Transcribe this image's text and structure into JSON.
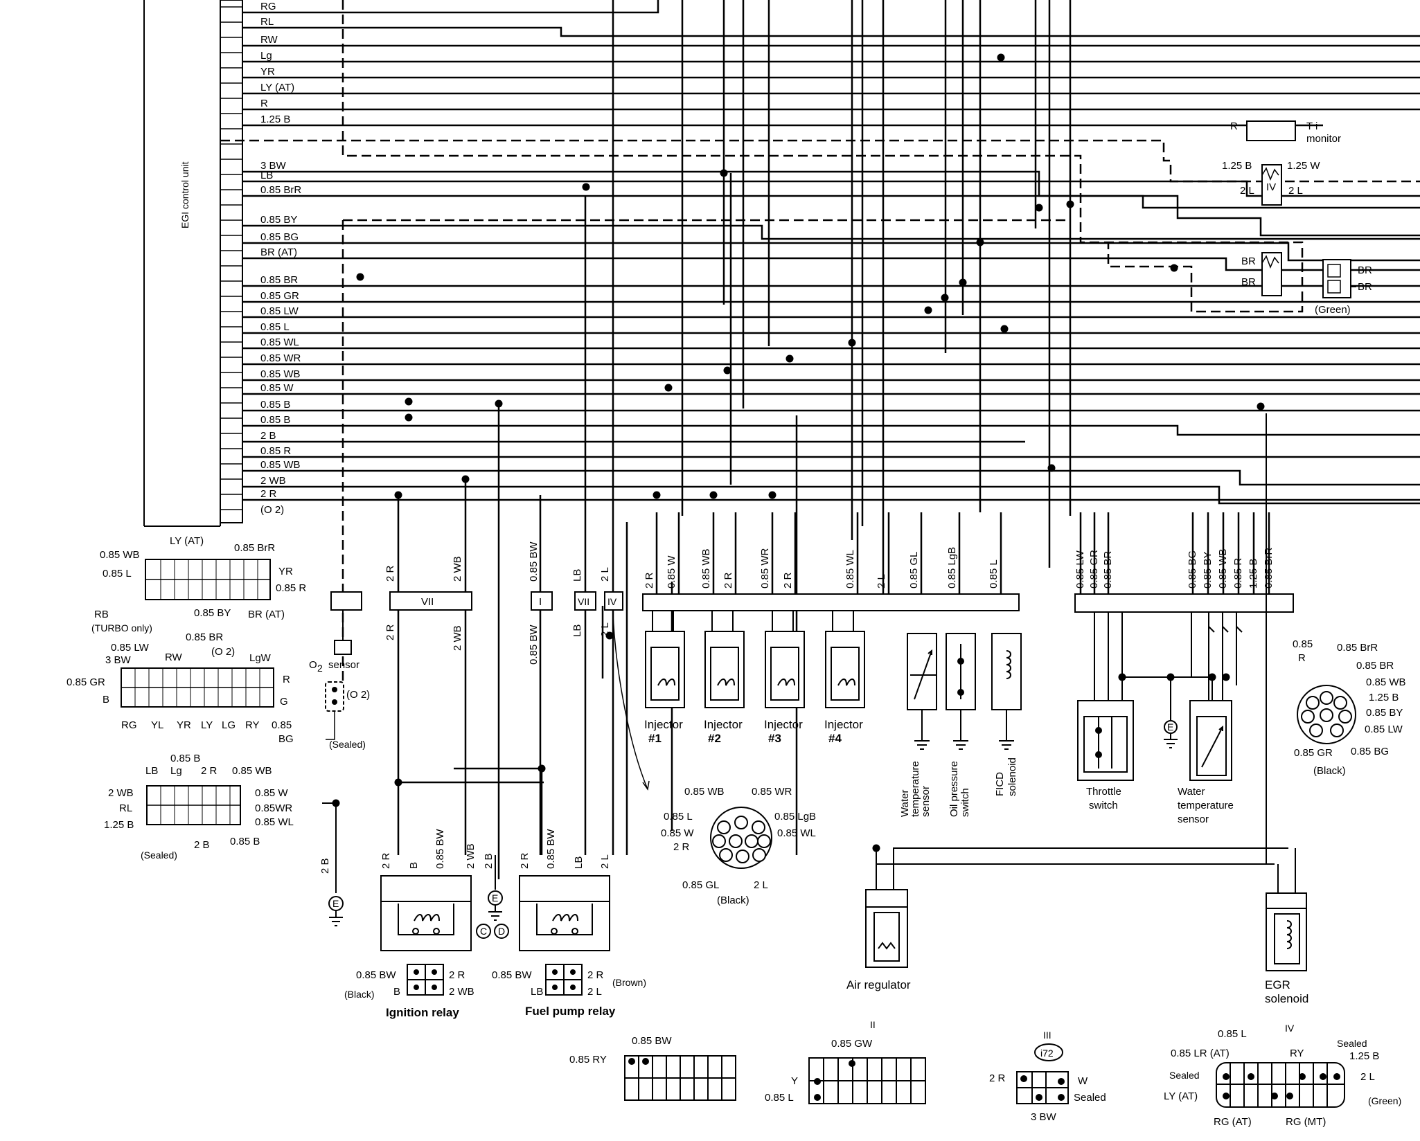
{
  "page": {
    "egi_label": "EGI control unit",
    "ecu_pins": [
      "RG",
      "RL",
      "RW",
      "Lg",
      "YR",
      "LY (AT)",
      "R",
      "1.25 B",
      "3 BW",
      "LB",
      "0.85 BrR",
      "0.85 BY",
      "0.85 BG",
      "BR (AT)",
      "0.85 BR",
      "0.85 GR",
      "0.85 LW",
      "0.85 L",
      "0.85 WL",
      "0.85 WR",
      "0.85 WB",
      "0.85 W",
      "0.85 B",
      "0.85 B",
      "2 B",
      "0.85 R",
      "0.85 WB",
      "2 WB",
      "2 R",
      "(O 2)"
    ]
  },
  "connectors": {
    "c1": {
      "l1": "0.85 WB",
      "l2": "LY (AT)",
      "l3": "0.85 BrR",
      "l4": "0.85 L",
      "l5": "YR",
      "l6": "0.85 R",
      "l7": "RB",
      "l8": "(TURBO only)",
      "l9": "0.85 BY",
      "l10": "BR (AT)"
    },
    "c2": {
      "l1": "0.85 LW",
      "l2": "0.85 BR",
      "l3": "(O 2)",
      "l4": "3 BW",
      "l5": "RW",
      "l6": "LgW",
      "l7": "0.85 GR",
      "l8": "R",
      "l9": "B",
      "l10": "G",
      "l11": "RG",
      "l12": "YL",
      "l13": "YR",
      "l14": "LY",
      "l15": "LG",
      "l16": "RY",
      "l17": "0.85",
      "l18": "BG"
    },
    "c3": {
      "l1": "0.85 B",
      "l2": "LB",
      "l3": "Lg",
      "l4": "2 R",
      "l5": "0.85 WB",
      "l6": "2 WB",
      "l7": "0.85 W",
      "l8": "RL",
      "l9": "0.85WR",
      "l10": "1.25 B",
      "l11": "0.85 WL",
      "l12": "(Sealed)",
      "l13": "2 B",
      "l14": "0.85 B"
    },
    "o2": {
      "label": "O",
      "sub": "2",
      "sensor": "sensor",
      "conn": "(O 2)",
      "sealed": "(Sealed)"
    },
    "injconn": {
      "l1": "0.85 WB",
      "l2": "0.85 WR",
      "l3": "0.85 L",
      "l4": "0.85 LgB",
      "l5": "0.85 W",
      "l6": "0.85 WL",
      "l7": "2 R",
      "l8": "0.85 GL",
      "l9": "2 L",
      "l10": "(Black)"
    },
    "round8": {
      "l1": "0.85",
      "l2": "R",
      "l3": "0.85 BrR",
      "l4": "0.85 BR",
      "l5": "0.85 WB",
      "l6": "1.25 B",
      "l7": "0.85 BY",
      "l8": "0.85 LW",
      "l9": "0.85 GR",
      "l10": "0.85 BG",
      "l11": "(Black)"
    },
    "green": {
      "l1": "BR",
      "l2": "BR",
      "l3": "(Green)"
    },
    "relays": {
      "ig1": "0.85 BW",
      "ig2": "2 R",
      "ig3": "(Black)",
      "ig4": "B",
      "ig5": "2 WB",
      "fp1": "0.85 BW",
      "fp2": "2 R",
      "fp3": "LB",
      "fp4": "2 L",
      "fp5": "(Brown)"
    },
    "j1": {
      "l1": "0.85 BW",
      "l2": "0.85 RY"
    },
    "j2": {
      "t": "II",
      "l1": "0.85 GW",
      "l2": "Y",
      "l3": "0.85 L"
    },
    "j3": {
      "t": "III",
      "code": "i72",
      "l1": "2 R",
      "l2": "W",
      "l3": "Sealed",
      "l4": "3 BW"
    },
    "j4": {
      "t": "IV",
      "l1": "0.85 L",
      "l2": "Sealed",
      "l3": "0.85 LR (AT)",
      "l4": "RY",
      "l5": "1.25 B",
      "l6": "Sealed",
      "l7": "2 L",
      "l8": "LY (AT)",
      "l9": "(Green)",
      "l10": "RG (AT)",
      "l11": "RG (MT)"
    }
  },
  "top_right": {
    "ti_r": "R",
    "ti1": "T i",
    "ti2": "monitor",
    "iv_125b": "1.25 B",
    "iv_125w": "1.25 W",
    "iv_2l_a": "2 L",
    "iv_label": "IV",
    "iv_2l_b": "2 L",
    "br1": "BR",
    "br2": "BR"
  },
  "wires": {
    "ig_2r_a": "2 R",
    "ig_2wb_a": "2 WB",
    "vii": "VII",
    "ig_2r_b": "2 R",
    "ig_2wb_b": "2 WB",
    "fp_085bw_a": "0.85 BW",
    "i_label": "I",
    "fp_085bw_b": "0.85 BW",
    "lb_a": "LB",
    "l2_a": "2 L",
    "vii2": "VII",
    "iv2": "IV",
    "lb_b": "LB",
    "l2_b": "2 L",
    "ig_2r_c": "2 R",
    "ig_b": "B",
    "ig_085bw": "0.85 BW",
    "ig_2wb_c": "2 WB",
    "gnd_2b_a": "2 B",
    "gnd_2b_b": "2 B",
    "fp_2r": "2 R",
    "fp_085bw_c": "0.85 BW",
    "fp_lb": "LB",
    "fp_2l": "2 L",
    "inj_row": [
      "2 R",
      "0.85 W",
      "0.85 WB",
      "2 R",
      "0.85 WR",
      "2 R",
      "0.85 WL",
      "2 L",
      "0.85 GL",
      "0.85 LgB",
      "0.85 L"
    ],
    "ts_row": [
      "0.85 LW",
      "0.85 GR",
      "0.85 BR"
    ],
    "ws_row": [
      "0.85 BG",
      "0.85 BY",
      "0.85 WB",
      "0.85 R",
      "1.25 B",
      "0.85 BrR"
    ]
  },
  "components": {
    "inj1a": "Injector",
    "inj1b": "#1",
    "inj2a": "Injector",
    "inj2b": "#2",
    "inj3a": "Injector",
    "inj3b": "#3",
    "inj4a": "Injector",
    "inj4b": "#4",
    "wt1": "Water",
    "wt2": "temperature",
    "wt3": "sensor",
    "op1": "Oil pressure",
    "op2": "switch",
    "ficd1": "FICD",
    "ficd2": "solenoid",
    "th1": "Throttle",
    "th2": "switch",
    "wt2a": "Water",
    "wt2b": "temperature",
    "wt2c": "sensor",
    "air": "Air regulator",
    "egr1": "EGR",
    "egr2": "solenoid",
    "ig_relay": "Ignition relay",
    "fp_relay": "Fuel pump relay",
    "ground": "E",
    "gnd_c": "C",
    "gnd_d": "D"
  }
}
